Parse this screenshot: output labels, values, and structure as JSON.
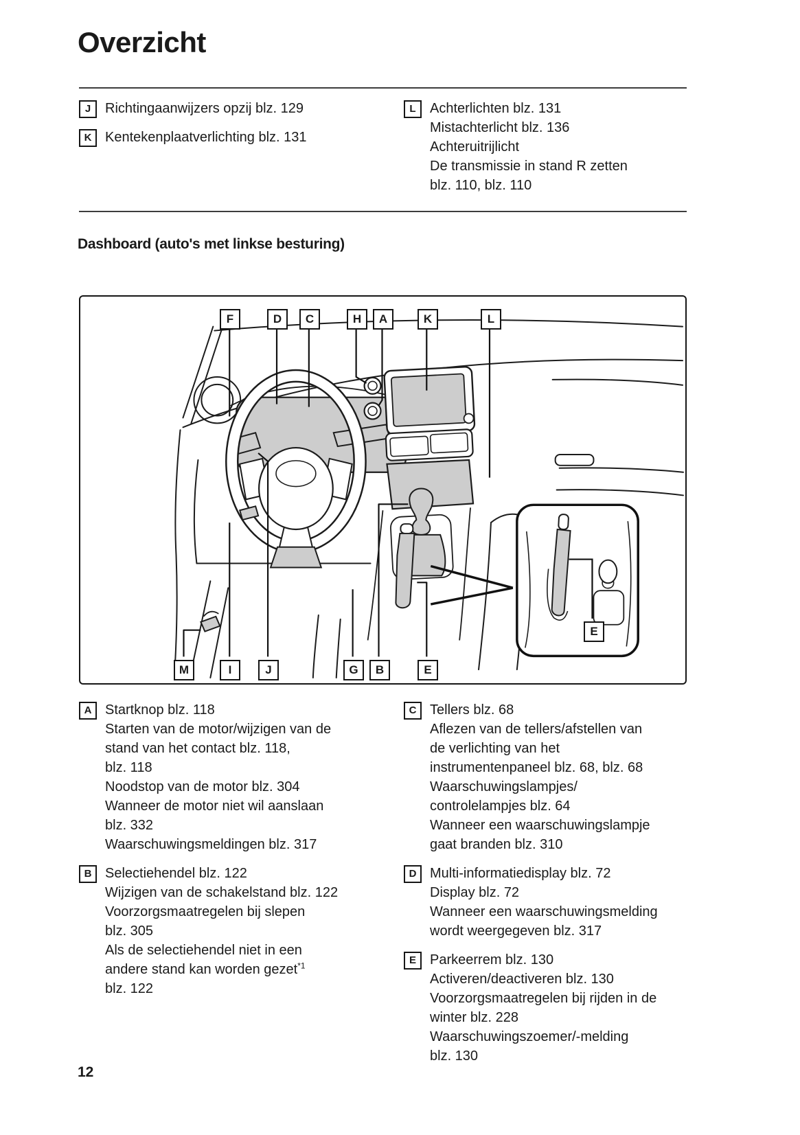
{
  "header": {
    "title": "Overzicht"
  },
  "section_heading": "Dashboard (auto's met linkse besturing)",
  "page_number": "12",
  "colors": {
    "ink": "#1a1a1a",
    "shade": "#cdcdcd"
  },
  "top_left": [
    {
      "label": "J",
      "title": "Richtingaanwijzers opzij blz. 129"
    },
    {
      "label": "K",
      "title": "Kentekenplaatverlichting blz. 131"
    }
  ],
  "top_right": [
    {
      "label": "L",
      "title": "Achterlichten blz. 131",
      "lines": [
        "Mistachterlicht blz. 136",
        "Achteruitrijlicht",
        "De transmissie in stand R zetten",
        "blz. 110, blz. 110"
      ]
    }
  ],
  "bottom_left": [
    {
      "label": "A",
      "title": "Startknop blz. 118",
      "lines": [
        "Starten van de motor/wijzigen van de",
        "stand van het contact blz. 118,",
        "blz. 118",
        "Noodstop van de motor blz. 304",
        "Wanneer de motor niet wil aanslaan",
        "blz. 332",
        "Waarschuwingsmeldingen blz. 317"
      ]
    },
    {
      "label": "B",
      "title": "Selectiehendel blz. 122",
      "lines": [
        "Wijzigen van de schakelstand blz. 122",
        "Voorzorgsmaatregelen bij slepen",
        "blz. 305",
        "Als de selectiehendel niet in een",
        "andere stand kan worden gezet"
      ],
      "footnote_mark": "*1",
      "lines_after": [
        "blz. 122"
      ]
    }
  ],
  "bottom_right": [
    {
      "label": "C",
      "title": "Tellers blz. 68",
      "lines": [
        "Aflezen van de tellers/afstellen van",
        "de verlichting van het",
        "instrumentenpaneel blz. 68, blz. 68",
        "Waarschuwingslampjes/",
        "controlelampjes blz. 64",
        "Wanneer een waarschuwingslampje",
        "gaat branden blz. 310"
      ]
    },
    {
      "label": "D",
      "title": "Multi-informatiedisplay blz. 72",
      "lines": [
        "Display blz. 72",
        "Wanneer een waarschuwingsmelding",
        "wordt weergegeven blz. 317"
      ]
    },
    {
      "label": "E",
      "title": "Parkeerrem blz. 130",
      "lines": [
        "Activeren/deactiveren blz. 130",
        "Voorzorgsmaatregelen bij rijden in de",
        "winter blz. 228",
        "Waarschuwingszoemer/-melding",
        "blz. 130"
      ]
    }
  ],
  "diagram": {
    "top_labels": [
      "F",
      "D",
      "C",
      "H",
      "A",
      "K",
      "L"
    ],
    "bottom_labels": [
      "M",
      "I",
      "J",
      "G",
      "B",
      "E"
    ],
    "inset_label": "E"
  }
}
